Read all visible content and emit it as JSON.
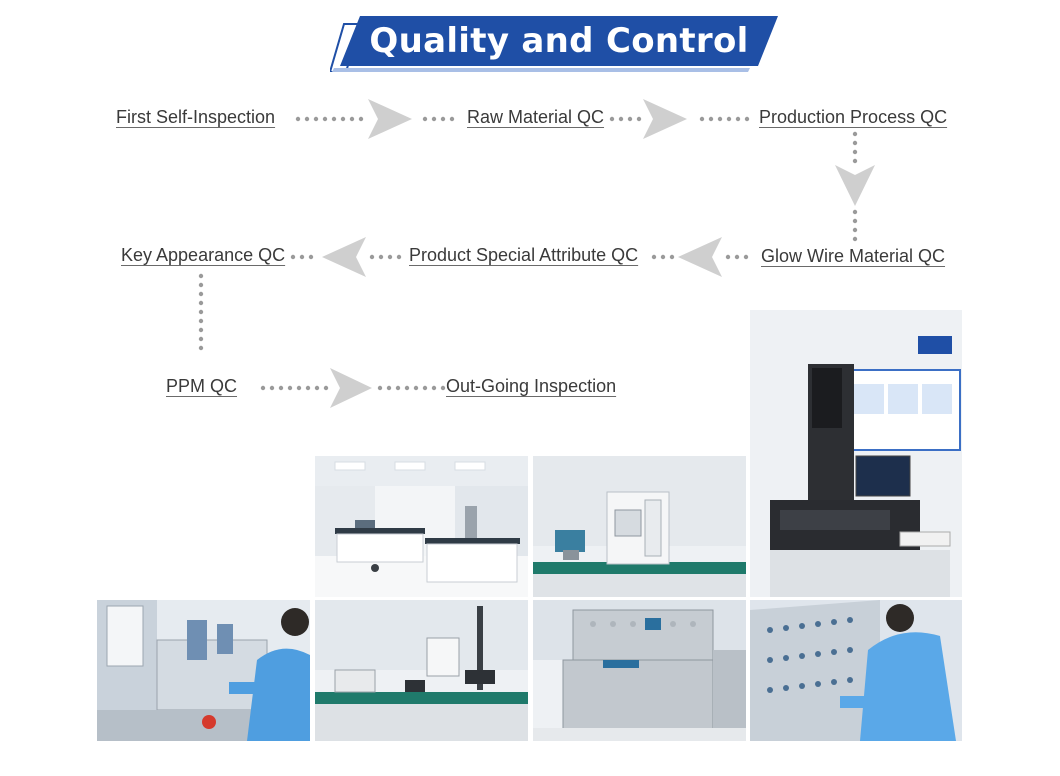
{
  "header": {
    "title": "Quality and Control"
  },
  "steps": {
    "first_self_inspection": "First Self-Inspection",
    "raw_material_qc": "Raw Material QC",
    "production_process_qc": "Production Process QC",
    "glow_wire_material_qc": "Glow Wire Material QC",
    "product_special_attribute_qc": "Product Special Attribute QC",
    "key_appearance_qc": "Key Appearance QC",
    "ppm_qc": "PPM QC",
    "out_going_inspection": "Out-Going Inspection"
  },
  "colors": {
    "banner_blue": "#1f4fa6",
    "banner_accent": "#2a62c2",
    "arrow_gray": "#cfcfcf",
    "dot_gray": "#9a9a9a",
    "text": "#3a3a3a"
  },
  "photos": [
    {
      "name": "lab-room-photo"
    },
    {
      "name": "test-cabinet-photo"
    },
    {
      "name": "measuring-machine-photo"
    },
    {
      "name": "technician-assembly-photo"
    },
    {
      "name": "tensile-tester-photo"
    },
    {
      "name": "stainless-test-chamber-photo"
    },
    {
      "name": "technician-panel-photo"
    }
  ]
}
